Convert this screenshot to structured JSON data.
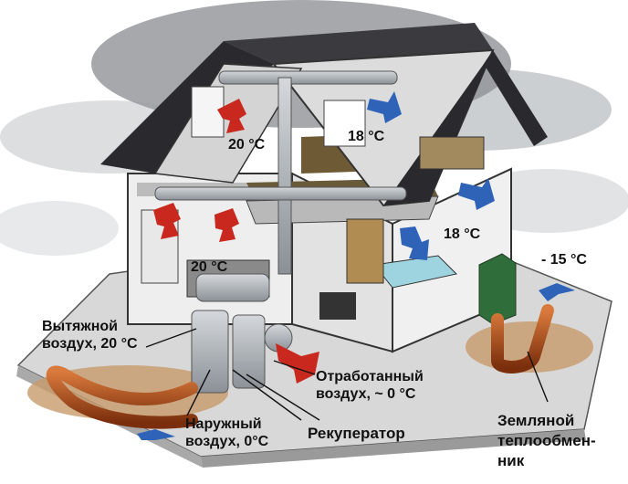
{
  "temperatures": {
    "attic_left": "20 °C",
    "attic_right": "18 °C",
    "bedroom": "18 °C",
    "kitchen": "20 °C",
    "outdoor": "- 15 °C"
  },
  "labels": {
    "exhaust_line1": "Вытяжной",
    "exhaust_line2": "воздух, 20 °С",
    "spent_line1": "Отработанный",
    "spent_line2": "воздух, ~ 0 °С",
    "outside_line1": "Наружный",
    "outside_line2": "воздух, 0°С",
    "recuperator": "Рекуператор",
    "ground_line1": "Земляной",
    "ground_line2": "теплообмен-",
    "ground_line3": "ник"
  },
  "colors": {
    "roof": "#2a2a2e",
    "wall": "#f2f2f2",
    "duct": "#a7adb3",
    "warm_arrow": "#c8281e",
    "cold_arrow": "#2e63b8",
    "ground_pipe": "#a8461a",
    "heat_exchanger": "#2f6d3a"
  }
}
